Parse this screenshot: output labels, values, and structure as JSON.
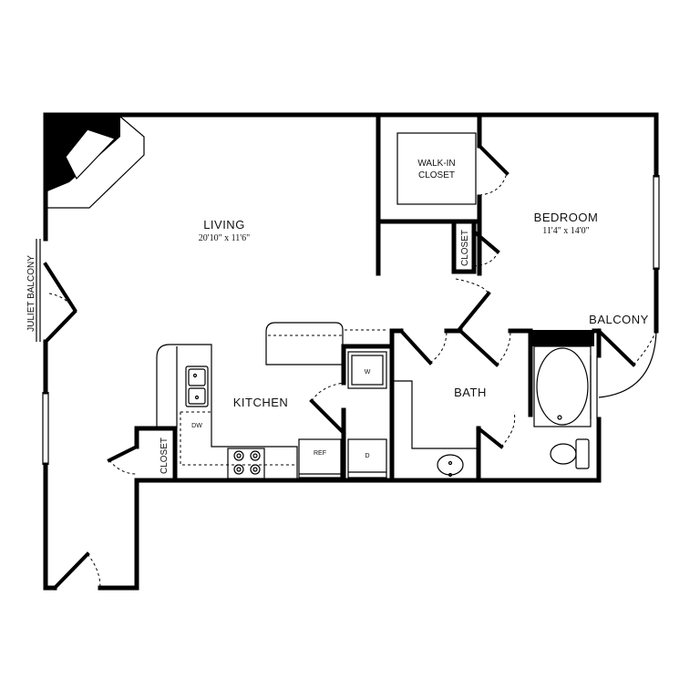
{
  "rooms": {
    "living": {
      "name": "LIVING",
      "dims": "20'10\" x 11'6\""
    },
    "bedroom": {
      "name": "BEDROOM",
      "dims": "11'4\" x 14'0\""
    },
    "kitchen": {
      "name": "KITCHEN"
    },
    "bath": {
      "name": "BATH"
    },
    "balcony": {
      "name": "BALCONY"
    },
    "juliet_balcony": {
      "name": "JULIET BALCONY"
    },
    "walk_in_closet": {
      "line1": "WALK-IN",
      "line2": "CLOSET"
    },
    "closet_bedroom": {
      "name": "CLOSET"
    },
    "closet_kitchen": {
      "name": "CLOSET"
    }
  },
  "appliances": {
    "washer": "W",
    "dryer": "D",
    "refrigerator": "REF",
    "dishwasher": "DW"
  }
}
